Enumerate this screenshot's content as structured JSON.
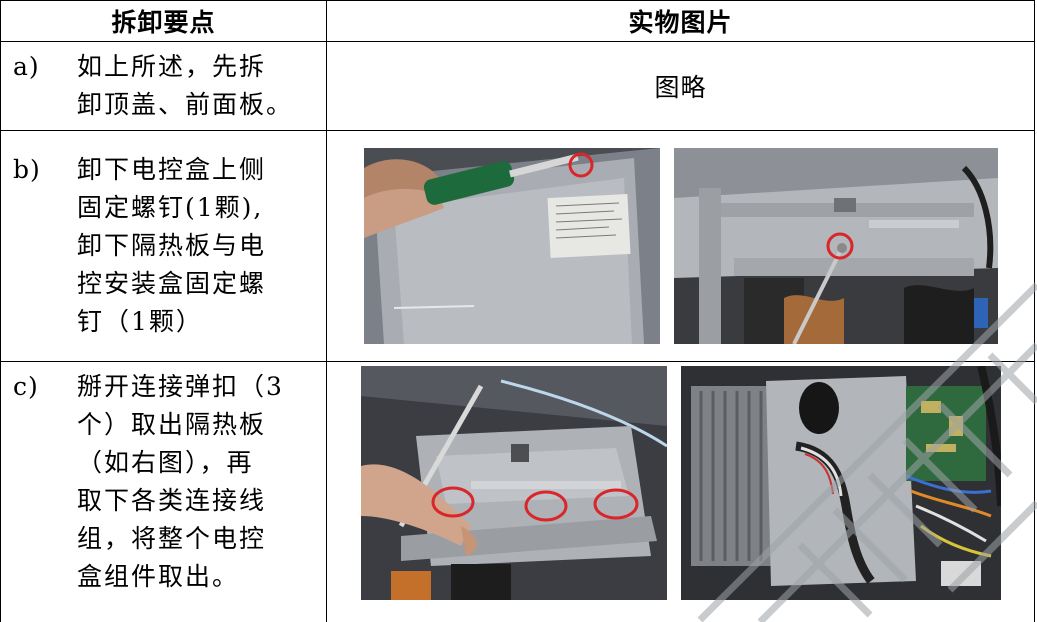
{
  "header": {
    "col1": "拆卸要点",
    "col2": "实物图片"
  },
  "rows": [
    {
      "mark": "a)",
      "text": "如上所述，先拆\n卸顶盖、前面板。",
      "image_text": "图略"
    },
    {
      "mark": "b)",
      "text": "卸下电控盒上侧\n固定螺钉(1颗),\n卸下隔热板与电\n控安装盒固定螺\n钉（1颗）",
      "photos": [
        "screwdriver-on-cover-photo",
        "screw-on-bracket-photo"
      ]
    },
    {
      "mark": "c)",
      "text": "掰开连接弹扣（3\n个）取出隔热板\n（如右图），再\n取下各类连接线\n组，将整个电控\n盒组件取出。",
      "photos": [
        "snap-clips-photo",
        "control-box-assembly-photo"
      ]
    }
  ],
  "colors": {
    "circle": "#d8262a",
    "watermark": "#9ea3a8"
  }
}
